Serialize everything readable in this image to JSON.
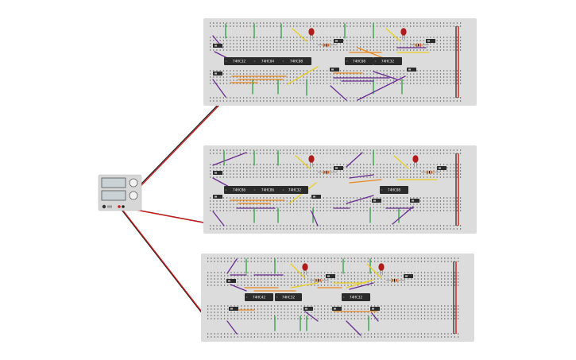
{
  "canvas": {
    "background": "#ffffff"
  },
  "colors": {
    "board": "#dcdcdc",
    "hole": "#555555",
    "chip": "#2b2b2b",
    "wire_black": "#222222",
    "wire_red": "#d11a1a",
    "wire_purple": "#6a2c91",
    "wire_yellow": "#e8cf1f",
    "wire_orange": "#e8891c",
    "wire_green": "#2ea043",
    "led": "#b11b1b",
    "power_supply": "#d7d7d7"
  },
  "power_supply": {
    "name": "dc-power-supply"
  },
  "boards": [
    {
      "name": "breadboard-top",
      "chips": [
        {
          "name": "chip-1-1",
          "label": "74HC32"
        },
        {
          "name": "chip-1-2",
          "label": "74HC04"
        },
        {
          "name": "chip-1-3",
          "label": "74HC08"
        },
        {
          "name": "chip-1-4",
          "label": "74HC08"
        },
        {
          "name": "chip-1-5",
          "label": "74HC32"
        }
      ]
    },
    {
      "name": "breadboard-middle",
      "chips": [
        {
          "name": "chip-2-1",
          "label": "74HC86"
        },
        {
          "name": "chip-2-2",
          "label": "74HC86"
        },
        {
          "name": "chip-2-3",
          "label": "74HC32"
        },
        {
          "name": "chip-2-4",
          "label": "74HC08"
        }
      ]
    },
    {
      "name": "breadboard-bottom",
      "chips": [
        {
          "name": "chip-3-1",
          "label": "74HC42"
        },
        {
          "name": "chip-3-2",
          "label": "74HC32"
        },
        {
          "name": "chip-3-3",
          "label": "74HC32"
        }
      ]
    }
  ]
}
